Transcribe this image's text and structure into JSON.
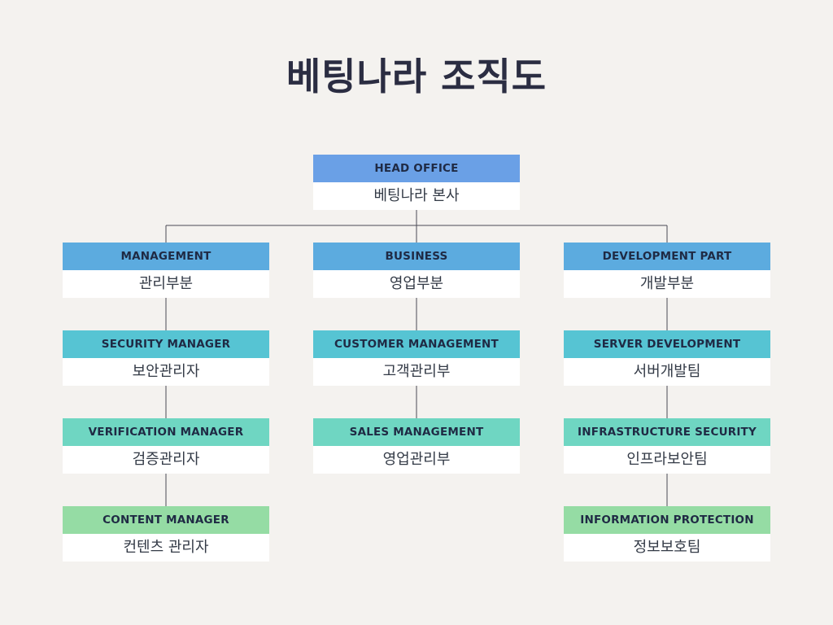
{
  "title": "베팅나라 조직도",
  "colors": {
    "background": "#f4f2ef",
    "title": "#2b2d42",
    "line": "#4a4a55",
    "head_office": "#6aa0e6",
    "division": "#5cabdf",
    "level2": "#56c4d3",
    "level3": "#6fd6c2",
    "level4": "#95dca4",
    "body": "#ffffff"
  },
  "root": {
    "head": "HEAD OFFICE",
    "body": "베팅나라 본사"
  },
  "columns": [
    {
      "division": {
        "head": "MANAGEMENT",
        "body": "관리부분"
      },
      "units": [
        {
          "head": "SECURITY MANAGER",
          "body": "보안관리자"
        },
        {
          "head": "VERIFICATION MANAGER",
          "body": "검증관리자"
        },
        {
          "head": "CONTENT MANAGER",
          "body": "컨텐츠 관리자"
        }
      ]
    },
    {
      "division": {
        "head": "BUSINESS",
        "body": "영업부분"
      },
      "units": [
        {
          "head": "CUSTOMER MANAGEMENT",
          "body": "고객관리부"
        },
        {
          "head": "SALES MANAGEMENT",
          "body": "영업관리부"
        }
      ]
    },
    {
      "division": {
        "head": "DEVELOPMENT PART",
        "body": "개발부분"
      },
      "units": [
        {
          "head": "SERVER DEVELOPMENT",
          "body": "서버개발팀"
        },
        {
          "head": "INFRASTRUCTURE SECURITY",
          "body": "인프라보안팀"
        },
        {
          "head": "INFORMATION PROTECTION",
          "body": "정보보호팀"
        }
      ]
    }
  ]
}
